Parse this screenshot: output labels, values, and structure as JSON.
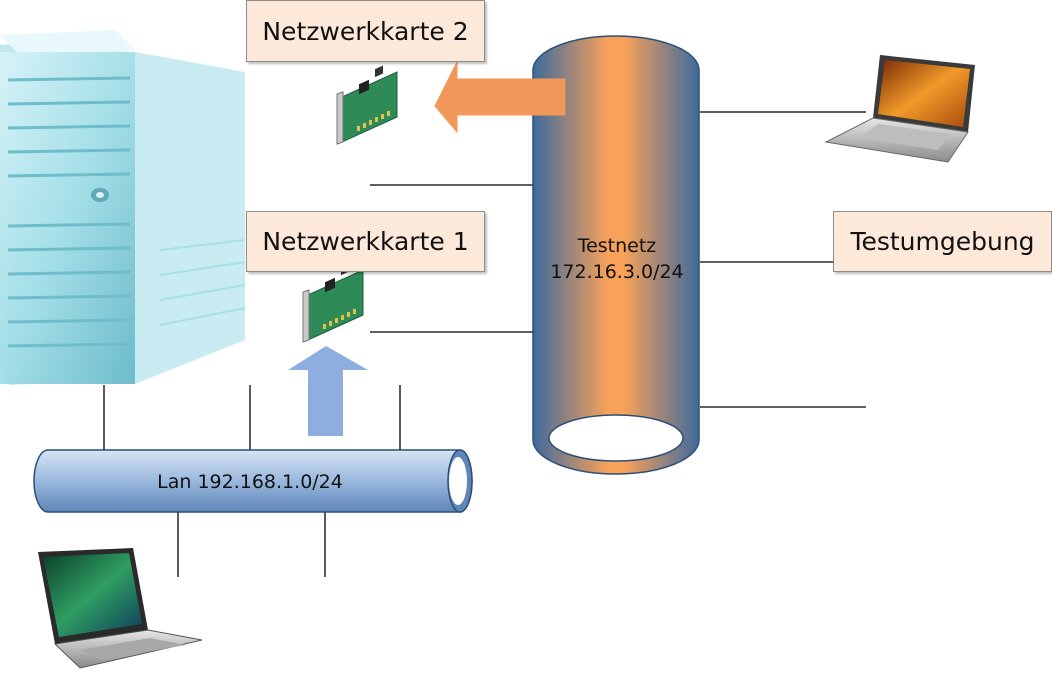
{
  "labels": {
    "nic2": "Netzwerkkarte 2",
    "nic1": "Netzwerkkarte 1",
    "testumgebung": "Testumgebung"
  },
  "testnet": {
    "name": "Testnetz",
    "subnet": "172.16.3.0/24"
  },
  "lan": {
    "label": "Lan 192.168.1.0/24"
  },
  "colors": {
    "label_bg": "#fde9d9",
    "tube_blue": "#4a7aab",
    "tube_orange": "#f79646",
    "lan_tube": "#9fbbe0",
    "arrow_orange": "#f2975a",
    "arrow_blue": "#8eaee0"
  },
  "icons": [
    "server-tower-icon",
    "network-card-icon",
    "laptop-icon"
  ]
}
